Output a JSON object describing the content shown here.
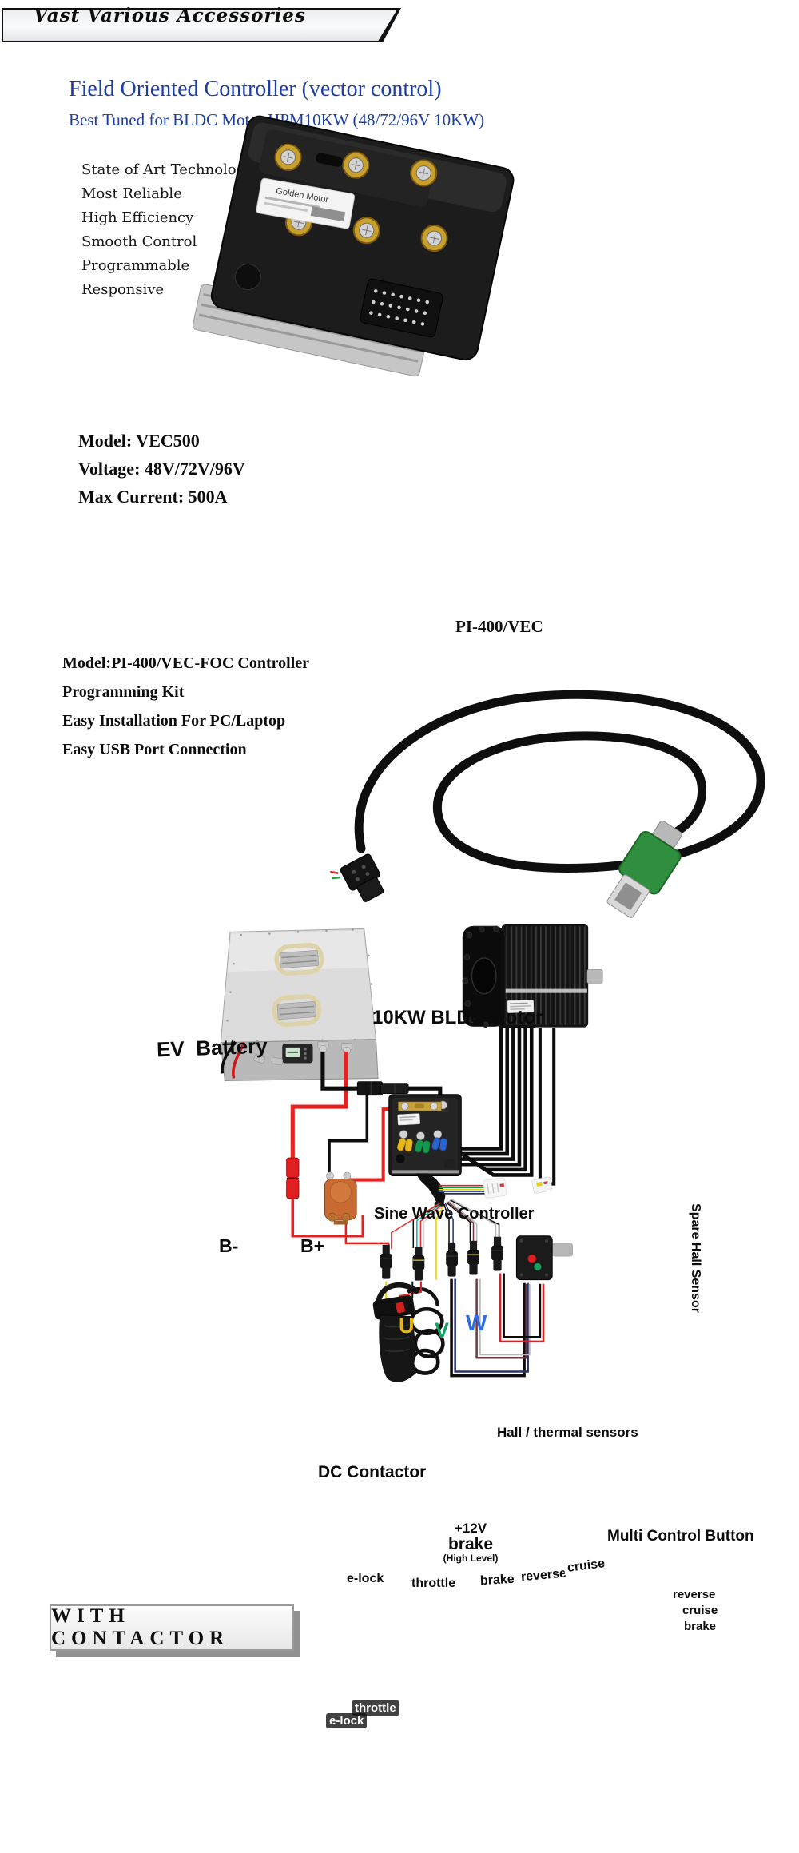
{
  "banner": {
    "label": "Vast Various Accessories"
  },
  "hero": {
    "title": "Field Oriented Controller (vector control)",
    "subtitle": "Best Tuned for BLDC Motor HPM10KW (48/72/96V 10KW)",
    "accent_blue": "#1e3fa0",
    "features": [
      "State of Art Technology",
      "Most Reliable",
      "High Efficiency",
      "Smooth Control",
      "Programmable",
      "Responsive"
    ],
    "specs": [
      "Model: VEC500",
      "Voltage: 48V/72V/96V",
      "Max Current: 500A"
    ],
    "device_sticker": "Golden Motor"
  },
  "kit": {
    "name": "PI-400/VEC",
    "lines": [
      "Model:PI-400/VEC-FOC Controller",
      "Programming Kit",
      "Easy Installation For PC/Laptop",
      "Easy USB Port Connection"
    ]
  },
  "diagram": {
    "battery_label": "EV  Battery",
    "motor_label": "10KW BLDC Motor",
    "controller_label": "Sine Wave Controller",
    "battery_neg": "B-",
    "battery_pos": "B+",
    "phases": [
      "U",
      "V",
      "W"
    ],
    "phase_colors": [
      "#e8b400",
      "#14a05a",
      "#2b6fd4"
    ],
    "spare_hall_label": "Spare Hall Sensor",
    "hall_thermal_label": "Hall / thermal sensors",
    "contactor_label": "DC Contactor",
    "brake_signal": {
      "line1": "+12V",
      "line2": "brake",
      "line3": "(High Level)"
    },
    "connector_labels": [
      "e-lock",
      "throttle",
      "brake",
      "reverse",
      "cruise"
    ],
    "multi_control_label": "Multi Control Button",
    "multi_control_buttons": [
      "reverse",
      "cruise",
      "brake"
    ],
    "with_contactor": "WITH CONTACTOR",
    "grip_throttle": "throttle",
    "grip_elock": "e-lock",
    "wire_red": "#e42320",
    "wire_black": "#0c0c0c"
  }
}
